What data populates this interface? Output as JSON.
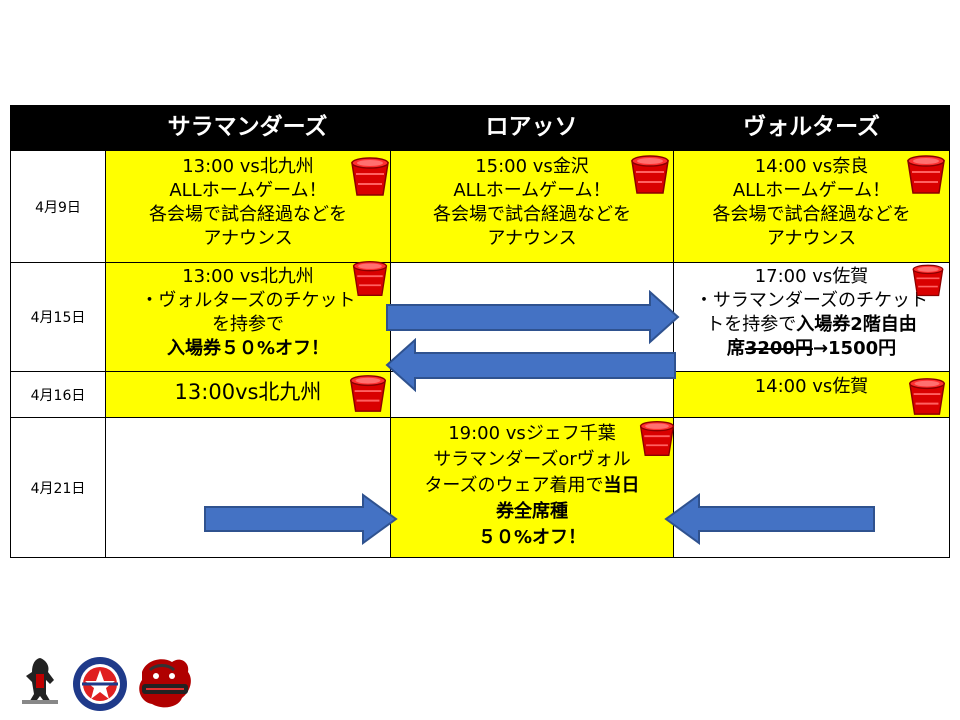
{
  "header": {
    "col1": "サラマンダーズ",
    "col2": "ロアッソ",
    "col3": "ヴォルターズ"
  },
  "rows": {
    "r1": {
      "date": "4月9日",
      "c1": [
        "13:00 vs北九州",
        "ALLホームゲーム！",
        "各会場で試合経過などを",
        "アナウンス"
      ],
      "c2": [
        "15:00 vs金沢",
        "ALLホームゲーム！",
        "各会場で試合経過などを",
        "アナウンス"
      ],
      "c3": [
        "14:00 vs奈良",
        "ALLホームゲーム！",
        "各会場で試合経過などを",
        "アナウンス"
      ]
    },
    "r2": {
      "date": "4月15日",
      "c1": [
        "13:00 vs北九州",
        "・ヴォルターズのチケット",
        "を持参で",
        "入場券５０%オフ！"
      ],
      "c3_l1": "17:00 vs佐賀",
      "c3_l2": "・サラマンダーズのチケット",
      "c3_l3a": "トを持参で",
      "c3_l3b": "入場券2階自由",
      "c3_l4a": "席",
      "c3_l4b": "3200円",
      "c3_l4c": "→1500円"
    },
    "r3": {
      "date": "4月16日",
      "c1": "13:00vs北九州",
      "c3": "14:00 vs佐賀"
    },
    "r4": {
      "date": "4月21日",
      "c2_l1": "19:00 vsジェフ千葉",
      "c2_l2": "サラマンダーズorヴォル",
      "c2_l3a": "ターズのウェア着用で",
      "c2_l3b": "当日",
      "c2_l4": "券全席種",
      "c2_l5": "５０%オフ！"
    }
  },
  "colors": {
    "header_bg": "#000000",
    "highlight": "#ffff00",
    "arrow": "#4472c4",
    "bucket": "#e00000"
  },
  "icons": {
    "bucket": "bucket-icon",
    "arrow": "arrow-icon"
  }
}
